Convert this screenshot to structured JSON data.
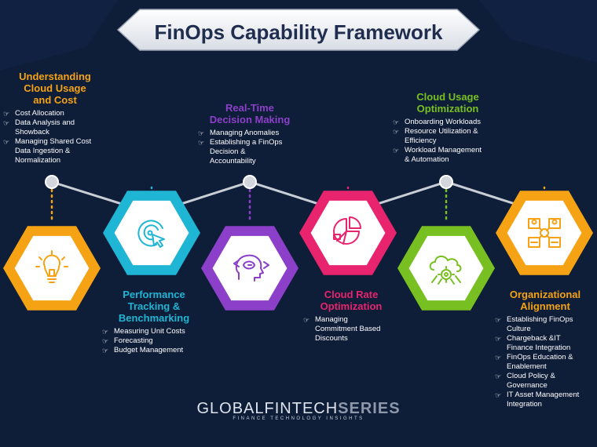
{
  "title": "FinOps Capability Framework",
  "capabilities": [
    {
      "heading_lines": [
        "Understanding",
        "Cloud Usage",
        "and Cost"
      ],
      "color": "#f5a314",
      "icon": "lightbulb-icon",
      "bullets": [
        [
          "Cost Allocation"
        ],
        [
          "Data Analysis and",
          "Showback"
        ],
        [
          "Managing Shared Cost",
          "Data Ingestion &",
          "Normalization"
        ]
      ]
    },
    {
      "heading_lines": [
        "Performance",
        "Tracking &",
        "Benchmarking"
      ],
      "color": "#1fb5d4",
      "icon": "target-cursor-icon",
      "bullets": [
        [
          "Measuring Unit Costs"
        ],
        [
          "Forecasting"
        ],
        [
          "Budget Management"
        ]
      ]
    },
    {
      "heading_lines": [
        "Real-Time",
        "Decision Making"
      ],
      "color": "#8c3fc8",
      "icon": "decision-head-icon",
      "bullets": [
        [
          "Managing Anomalies"
        ],
        [
          "Establishing a FinOps",
          "Decision &",
          "Accountability"
        ]
      ]
    },
    {
      "heading_lines": [
        "Cloud Rate",
        "Optimization"
      ],
      "color": "#e8246e",
      "icon": "pie-chart-icon",
      "bullets": [
        [
          "Managing",
          "Commitment Based",
          "Discounts"
        ]
      ]
    },
    {
      "heading_lines": [
        "Cloud Usage",
        "Optimization"
      ],
      "color": "#78c022",
      "icon": "cloud-gear-icon",
      "bullets": [
        [
          "Onboarding Workloads"
        ],
        [
          "Resource Utilization &",
          "Efficiency"
        ],
        [
          "Workload Management",
          "& Automation"
        ]
      ]
    },
    {
      "heading_lines": [
        "Organizational",
        "Alignment"
      ],
      "color": "#f5a314",
      "icon": "org-chart-icon",
      "bullets": [
        [
          "Establishing FinOps",
          "Culture"
        ],
        [
          "Chargeback &IT",
          "Finance Integration"
        ],
        [
          "FinOps Education &",
          "Enablement"
        ],
        [
          "Cloud Policy &",
          "Governance"
        ],
        [
          "IT Asset Management",
          "Integration"
        ]
      ]
    }
  ],
  "brand": {
    "part1": "GLOBALFINTECH",
    "part2": "SERIES",
    "tagline": "FINANCE TECHNOLOGY INSIGHTS"
  },
  "colors": {
    "background": "#0e1d38",
    "title_text": "#1f2d4e",
    "line": "#c9ced6"
  }
}
